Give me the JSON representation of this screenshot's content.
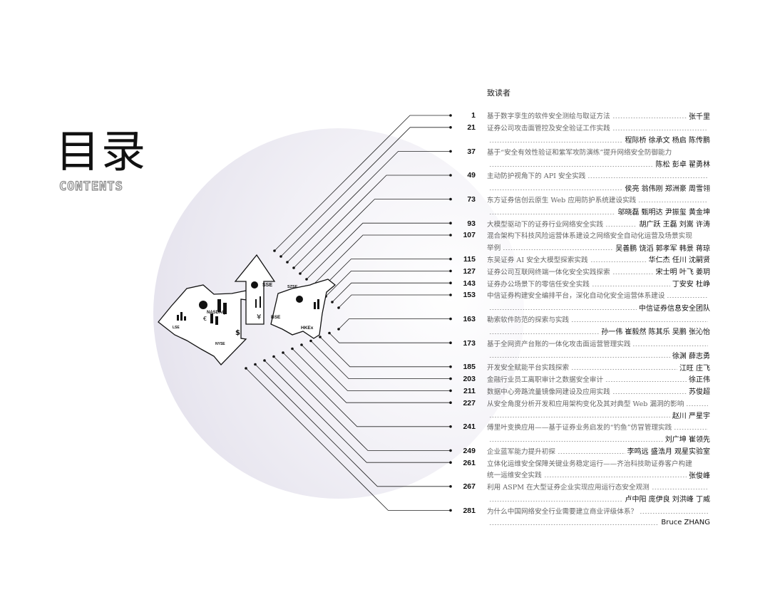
{
  "header": {
    "title_cn": "目录",
    "title_en": "CONTENTS",
    "preface": "致读者"
  },
  "illustration": {
    "labels": [
      "SSE",
      "SZSE",
      "BSE",
      "HKEx",
      "NASDAQ",
      "LSE",
      "NYSE"
    ],
    "icons": [
      "yen-icon",
      "euro-icon",
      "dollar-icon",
      "shield-icon"
    ]
  },
  "entries": [
    {
      "page": "1",
      "title": "基于数字孪生的软件安全测绘与取证方法",
      "authors": "张千里"
    },
    {
      "page": "21",
      "title": "证券公司攻击面管控及安全验证工作实践",
      "wrap": true,
      "authors": "程际桥 徐承文 杨启 陈传鹏"
    },
    {
      "page": "37",
      "title": "基于“安全有效性验证和紫军攻防演练”提升网络安全防御能力",
      "wrap": true,
      "nodots": true,
      "authors": "陈松 彭卓 翟勇林"
    },
    {
      "page": "49",
      "title": "主动防护视角下的 API 安全实践",
      "wrap": true,
      "authors": "侯亮 翁伟刚 郑洲豪 周雪翎"
    },
    {
      "page": "73",
      "title": "东方证券信创云原生 Web 应用防护系统建设实践",
      "wrap": true,
      "authors": "邬晓磊 甄明达 尹振玺 黄金坤"
    },
    {
      "page": "93",
      "title": "大模型驱动下的证券行业网络安全实践",
      "authors": "胡广跃 王磊 刘嵩 许涛"
    },
    {
      "page": "107",
      "title": "混合架构下科技风险运营体系建设之网络安全自动化运营及场景实现",
      "wrap": true,
      "nodots": true,
      "cont": "举例",
      "authors": "吴善鹏 饶滔 郭孝军 韩景 蒋琼"
    },
    {
      "page": "115",
      "title": "东吴证券 AI 安全大模型探索实践",
      "authors": "华仁杰 任川 沈嗣贤"
    },
    {
      "page": "127",
      "title": "证券公司互联网终端一体化安全实践探索",
      "authors": "宋士明 叶飞 姜玥"
    },
    {
      "page": "143",
      "title": "证券办公场景下的零信任安全实践",
      "authors": "丁安安 杜峥"
    },
    {
      "page": "153",
      "title": "中信证券构建安全编排平台，深化自动化安全运营体系建设",
      "wrap": true,
      "authors": "中信证券信息安全团队"
    },
    {
      "page": "163",
      "title": "勒索软件防范的探索与实践",
      "wrap": true,
      "authors": "孙一伟 崔毅然 陈其乐 吴鹏 张沁怡"
    },
    {
      "page": "173",
      "title": "基于全网资产台账的一体化攻击面运营管理实践",
      "wrap": true,
      "authors": "徐渊 薛志勇"
    },
    {
      "page": "185",
      "title": "开发安全赋能平台实践探索",
      "authors": "江旺 庄飞"
    },
    {
      "page": "203",
      "title": "金融行业员工离职审计之数据安全审计",
      "authors": "徐正伟"
    },
    {
      "page": "211",
      "title": "数据中心旁路流量镜像网建设及应用实践",
      "authors": "苏俊超"
    },
    {
      "page": "227",
      "title": "从安全角度分析开发和应用架构变化及其对典型 Web 漏洞的影响",
      "wrap": true,
      "authors": "赵川 严星宇"
    },
    {
      "page": "241",
      "title": "傅里叶变换应用——基于证券业务启发的“钓鱼”仿冒管理实践",
      "wrap": true,
      "authors": "刘广坤 崔领先"
    },
    {
      "page": "249",
      "title": "企业蓝军能力提升初探",
      "authors": "李鸣远 盛浩月 观星实验室"
    },
    {
      "page": "261",
      "title": "立体化运维安全保障关键业务稳定运行——齐治科技助证券客户构建",
      "wrap": true,
      "nodots": true,
      "cont": "统一运维安全实践",
      "authors": "张俊峰"
    },
    {
      "page": "267",
      "title": "利用 ASPM 在大型证券企业实现应用运行态安全观测",
      "wrap": true,
      "authors": "卢中阳 庞伊良 刘洪峰 丁威"
    },
    {
      "page": "281",
      "title": "为什么中国网络安全行业需要建立商业评级体系？",
      "wrap": true,
      "authors": "Bruce ZHANG"
    }
  ]
}
